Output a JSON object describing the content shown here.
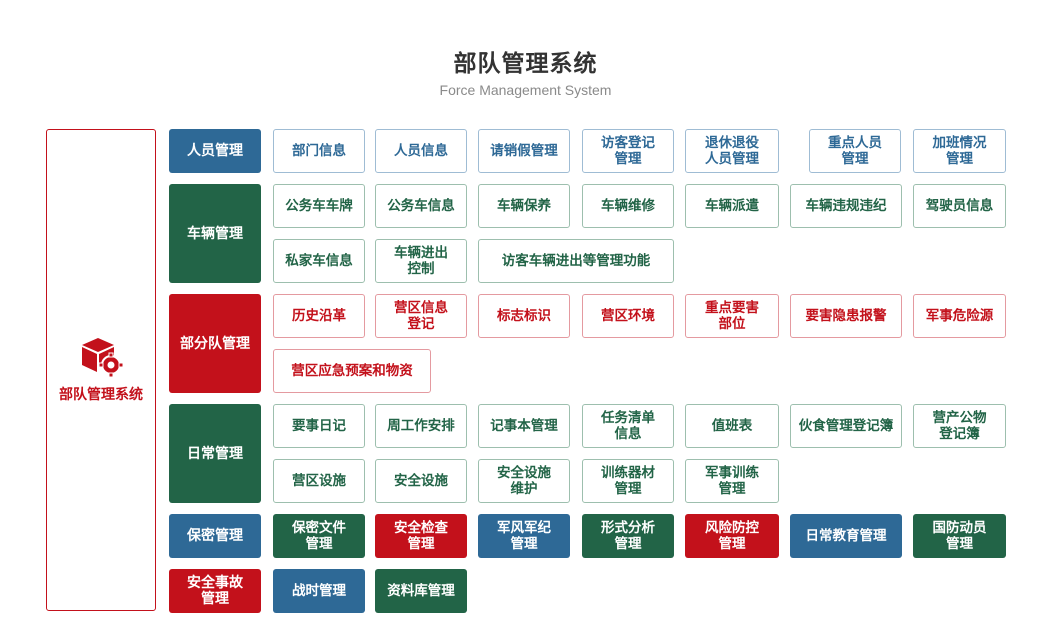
{
  "header": {
    "title": "部队管理系统",
    "subtitle": "Force Management System"
  },
  "root": {
    "label": "部队管理系统",
    "icon": "cube-gear-icon"
  },
  "colors": {
    "red": "#c3111b",
    "green": "#226447",
    "blue": "#2e6996"
  },
  "categories": [
    {
      "label": "人员管理",
      "items": [
        "部门信息",
        "人员信息",
        "请销假管理",
        "访客登记\n管理",
        "退休退役\n人员管理",
        "重点人员\n管理",
        "加班情况\n管理"
      ]
    },
    {
      "label": "车辆管理",
      "items": [
        "公务车车牌",
        "公务车信息",
        "车辆保养",
        "车辆维修",
        "车辆派遣",
        "车辆违规违纪",
        "驾驶员信息",
        "私家车信息",
        "车辆进出\n控制",
        "访客车辆进出等管理功能"
      ]
    },
    {
      "label": "部分队管理",
      "items": [
        "历史沿革",
        "营区信息\n登记",
        "标志标识",
        "营区环境",
        "重点要害\n部位",
        "要害隐患报警",
        "军事危险源",
        "营区应急预案和物资"
      ]
    },
    {
      "label": "日常管理",
      "items": [
        "要事日记",
        "周工作安排",
        "记事本管理",
        "任务清单\n信息",
        "值班表",
        "伙食管理登记簿",
        "营产公物\n登记簿",
        "营区设施",
        "安全设施",
        "安全设施\n维护",
        "训练器材\n管理",
        "军事训练\n管理"
      ]
    },
    {
      "label": "保密管理",
      "items": [
        "保密文件\n管理",
        "安全检查\n管理",
        "军风军纪\n管理",
        "形式分析\n管理",
        "风险防控\n管理",
        "日常教育管理",
        "国防动员\n管理"
      ]
    },
    {
      "label": "安全事故\n管理",
      "items": [
        "战时管理",
        "资料库管理"
      ]
    }
  ]
}
